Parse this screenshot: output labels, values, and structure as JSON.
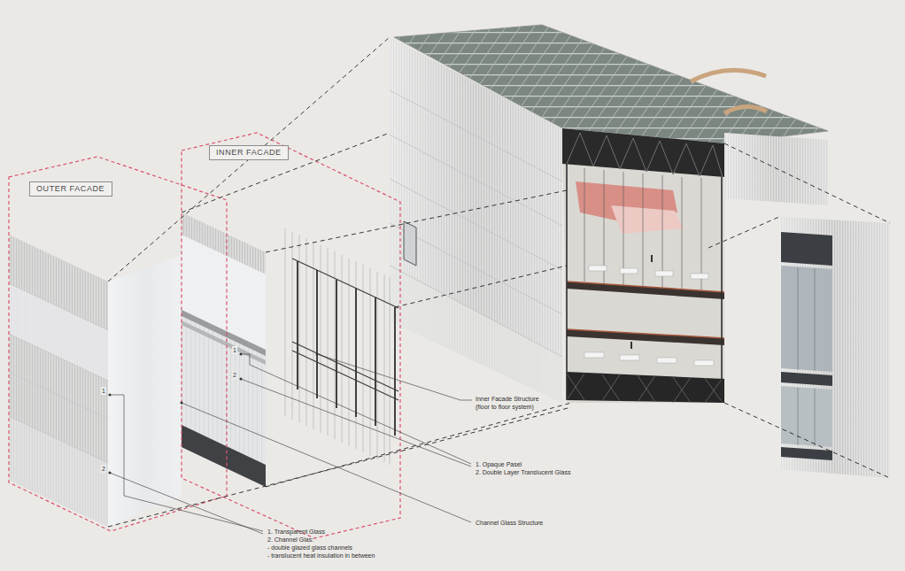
{
  "diagram": {
    "nodes": [
      {
        "text": [
          "INNER FACADE"
        ]
      },
      {
        "text": [
          "OUTER FACADE"
        ]
      }
    ],
    "labels": [
      "1",
      "2",
      "1",
      "2",
      "Inner Facade Structure (floor to floor system)",
      "1. Opaque Pasel",
      "2. Double Layer Translucent Glass",
      "Channel Glass Structure",
      "1. Transparent Glass",
      "2. Channel Glas:",
      "- double glazed glass channels",
      "- translucent heat insulation in between"
    ]
  }
}
